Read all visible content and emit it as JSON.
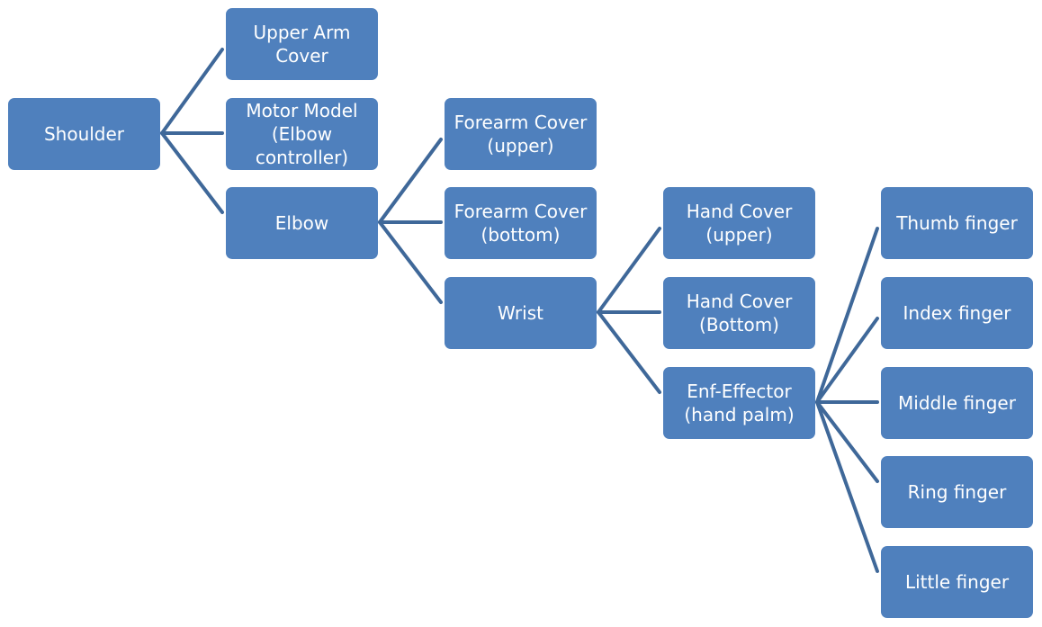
{
  "colors": {
    "node_fill": "#4f80bd",
    "node_text": "#ffffff",
    "connector": "#3f6899",
    "background": "#ffffff"
  },
  "nodes": {
    "shoulder": "Shoulder",
    "upper_arm_cover": "Upper Arm\nCover",
    "motor_model": "Motor Model\n(Elbow\ncontroller)",
    "elbow": "Elbow",
    "forearm_cover_upper": "Forearm Cover\n(upper)",
    "forearm_cover_bottom": "Forearm Cover\n(bottom)",
    "wrist": "Wrist",
    "hand_cover_upper": "Hand Cover\n(upper)",
    "hand_cover_bottom": "Hand Cover\n(Bottom)",
    "end_effector": "Enf-Effector\n(hand palm)",
    "thumb_finger": "Thumb finger",
    "index_finger": "Index finger",
    "middle_finger": "Middle finger",
    "ring_finger": "Ring finger",
    "little_finger": "Little finger"
  },
  "edges": [
    [
      "shoulder",
      "upper_arm_cover"
    ],
    [
      "shoulder",
      "motor_model"
    ],
    [
      "shoulder",
      "elbow"
    ],
    [
      "elbow",
      "forearm_cover_upper"
    ],
    [
      "elbow",
      "forearm_cover_bottom"
    ],
    [
      "elbow",
      "wrist"
    ],
    [
      "wrist",
      "hand_cover_upper"
    ],
    [
      "wrist",
      "hand_cover_bottom"
    ],
    [
      "wrist",
      "end_effector"
    ],
    [
      "end_effector",
      "thumb_finger"
    ],
    [
      "end_effector",
      "index_finger"
    ],
    [
      "end_effector",
      "middle_finger"
    ],
    [
      "end_effector",
      "ring_finger"
    ],
    [
      "end_effector",
      "little_finger"
    ]
  ]
}
